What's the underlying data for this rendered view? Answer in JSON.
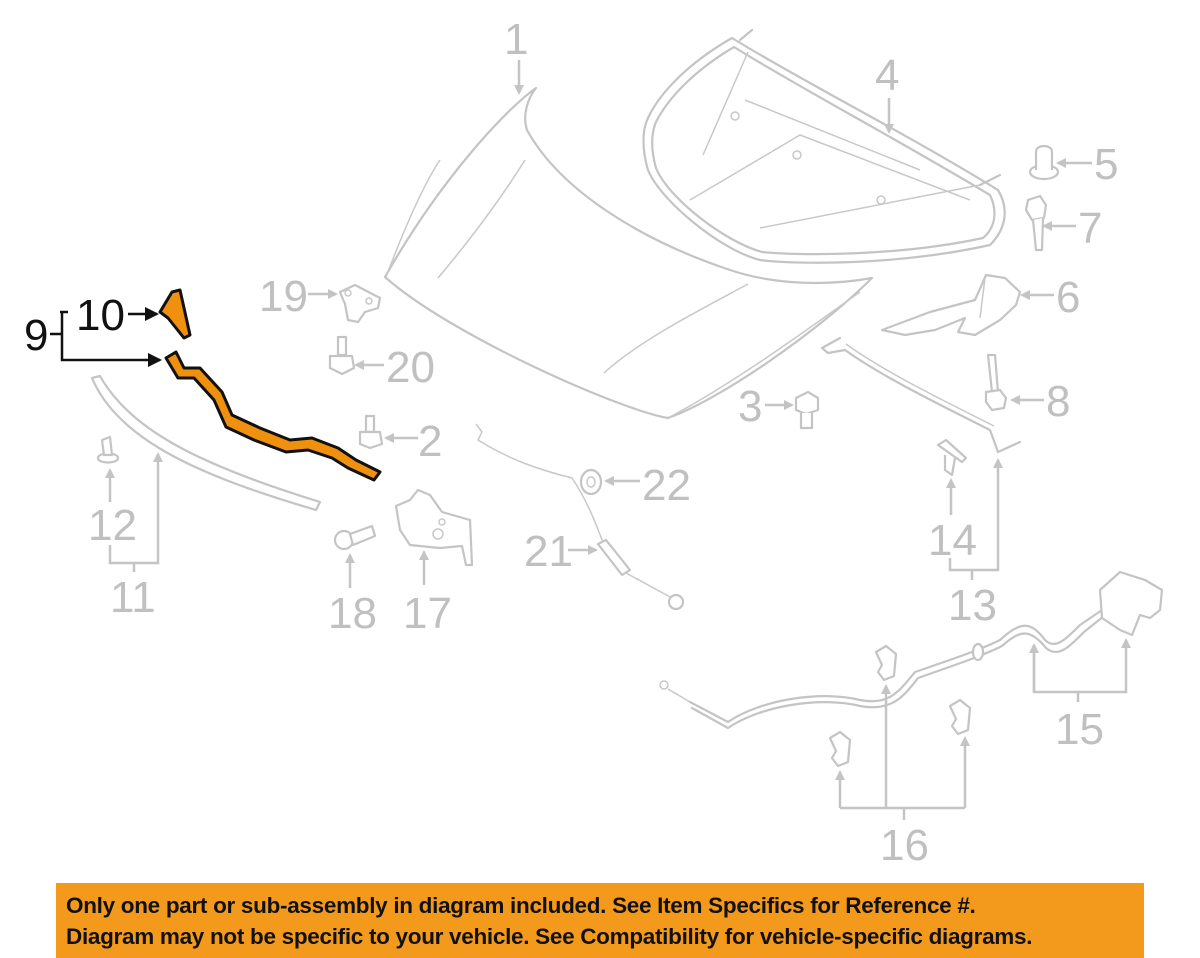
{
  "diagram": {
    "highlight_color": "#f0900f",
    "muted_color": "#c0c0c0",
    "callouts": [
      {
        "id": "1",
        "label": "1",
        "part": "hood-panel"
      },
      {
        "id": "2",
        "label": "2",
        "part": "bolt"
      },
      {
        "id": "3",
        "label": "3",
        "part": "bolt"
      },
      {
        "id": "4",
        "label": "4",
        "part": "hood-insulator-frame"
      },
      {
        "id": "5",
        "label": "5",
        "part": "bumper-stop"
      },
      {
        "id": "6",
        "label": "6",
        "part": "hinge-bracket"
      },
      {
        "id": "7",
        "label": "7",
        "part": "bolt"
      },
      {
        "id": "8",
        "label": "8",
        "part": "bolt"
      },
      {
        "id": "9",
        "label": "9",
        "part": "seal-assembly",
        "highlighted": true
      },
      {
        "id": "10",
        "label": "10",
        "part": "seal-end-cap",
        "highlighted": true
      },
      {
        "id": "11",
        "label": "11",
        "part": "front-seal-strip"
      },
      {
        "id": "12",
        "label": "12",
        "part": "clip"
      },
      {
        "id": "13",
        "label": "13",
        "part": "support-rod-assembly"
      },
      {
        "id": "14",
        "label": "14",
        "part": "rod-clip"
      },
      {
        "id": "15",
        "label": "15",
        "part": "release-cable-handle"
      },
      {
        "id": "16",
        "label": "16",
        "part": "cable-clips"
      },
      {
        "id": "17",
        "label": "17",
        "part": "hood-latch"
      },
      {
        "id": "18",
        "label": "18",
        "part": "bolt"
      },
      {
        "id": "19",
        "label": "19",
        "part": "striker-bracket"
      },
      {
        "id": "20",
        "label": "20",
        "part": "bolt"
      },
      {
        "id": "21",
        "label": "21",
        "part": "release-cable"
      },
      {
        "id": "22",
        "label": "22",
        "part": "nut"
      }
    ]
  },
  "disclaimer": {
    "line1": "Only one part or sub-assembly in diagram included. See Item Specifics for Reference #.",
    "line2": "Diagram may not be specific to your vehicle. See Compatibility for vehicle-specific diagrams."
  }
}
